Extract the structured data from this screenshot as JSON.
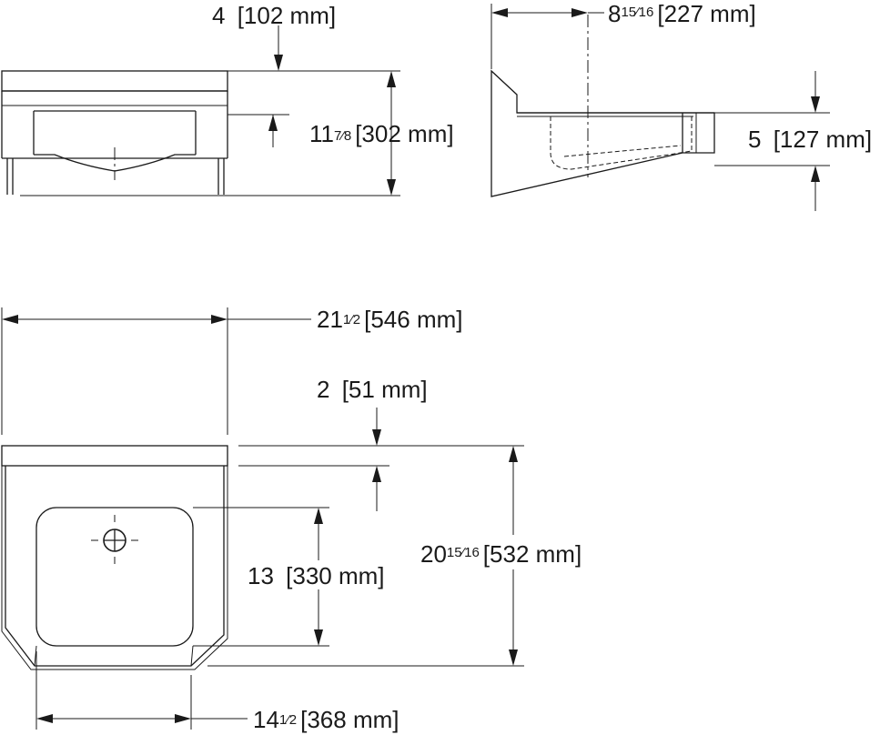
{
  "dimensions": {
    "top_depth": {
      "whole": "4",
      "metric": "[102 mm]"
    },
    "front_height": {
      "whole": "11",
      "frac": "7⁄8",
      "metric": "[302 mm]"
    },
    "side_depth": {
      "whole": "8",
      "frac": "15⁄16",
      "metric": "[227 mm]"
    },
    "bowl_depth": {
      "whole": "5",
      "metric": "[127 mm]"
    },
    "overall_width": {
      "whole": "21",
      "frac": "1⁄2",
      "metric": "[546 mm]"
    },
    "back_ledge": {
      "whole": "2",
      "metric": "[51 mm]"
    },
    "overall_depth": {
      "whole": "20",
      "frac": "15⁄16",
      "metric": "[532 mm]"
    },
    "bowl_length": {
      "whole": "13",
      "metric": "[330 mm]"
    },
    "bowl_width": {
      "whole": "14",
      "frac": "1⁄2",
      "metric": "[368 mm]"
    }
  }
}
